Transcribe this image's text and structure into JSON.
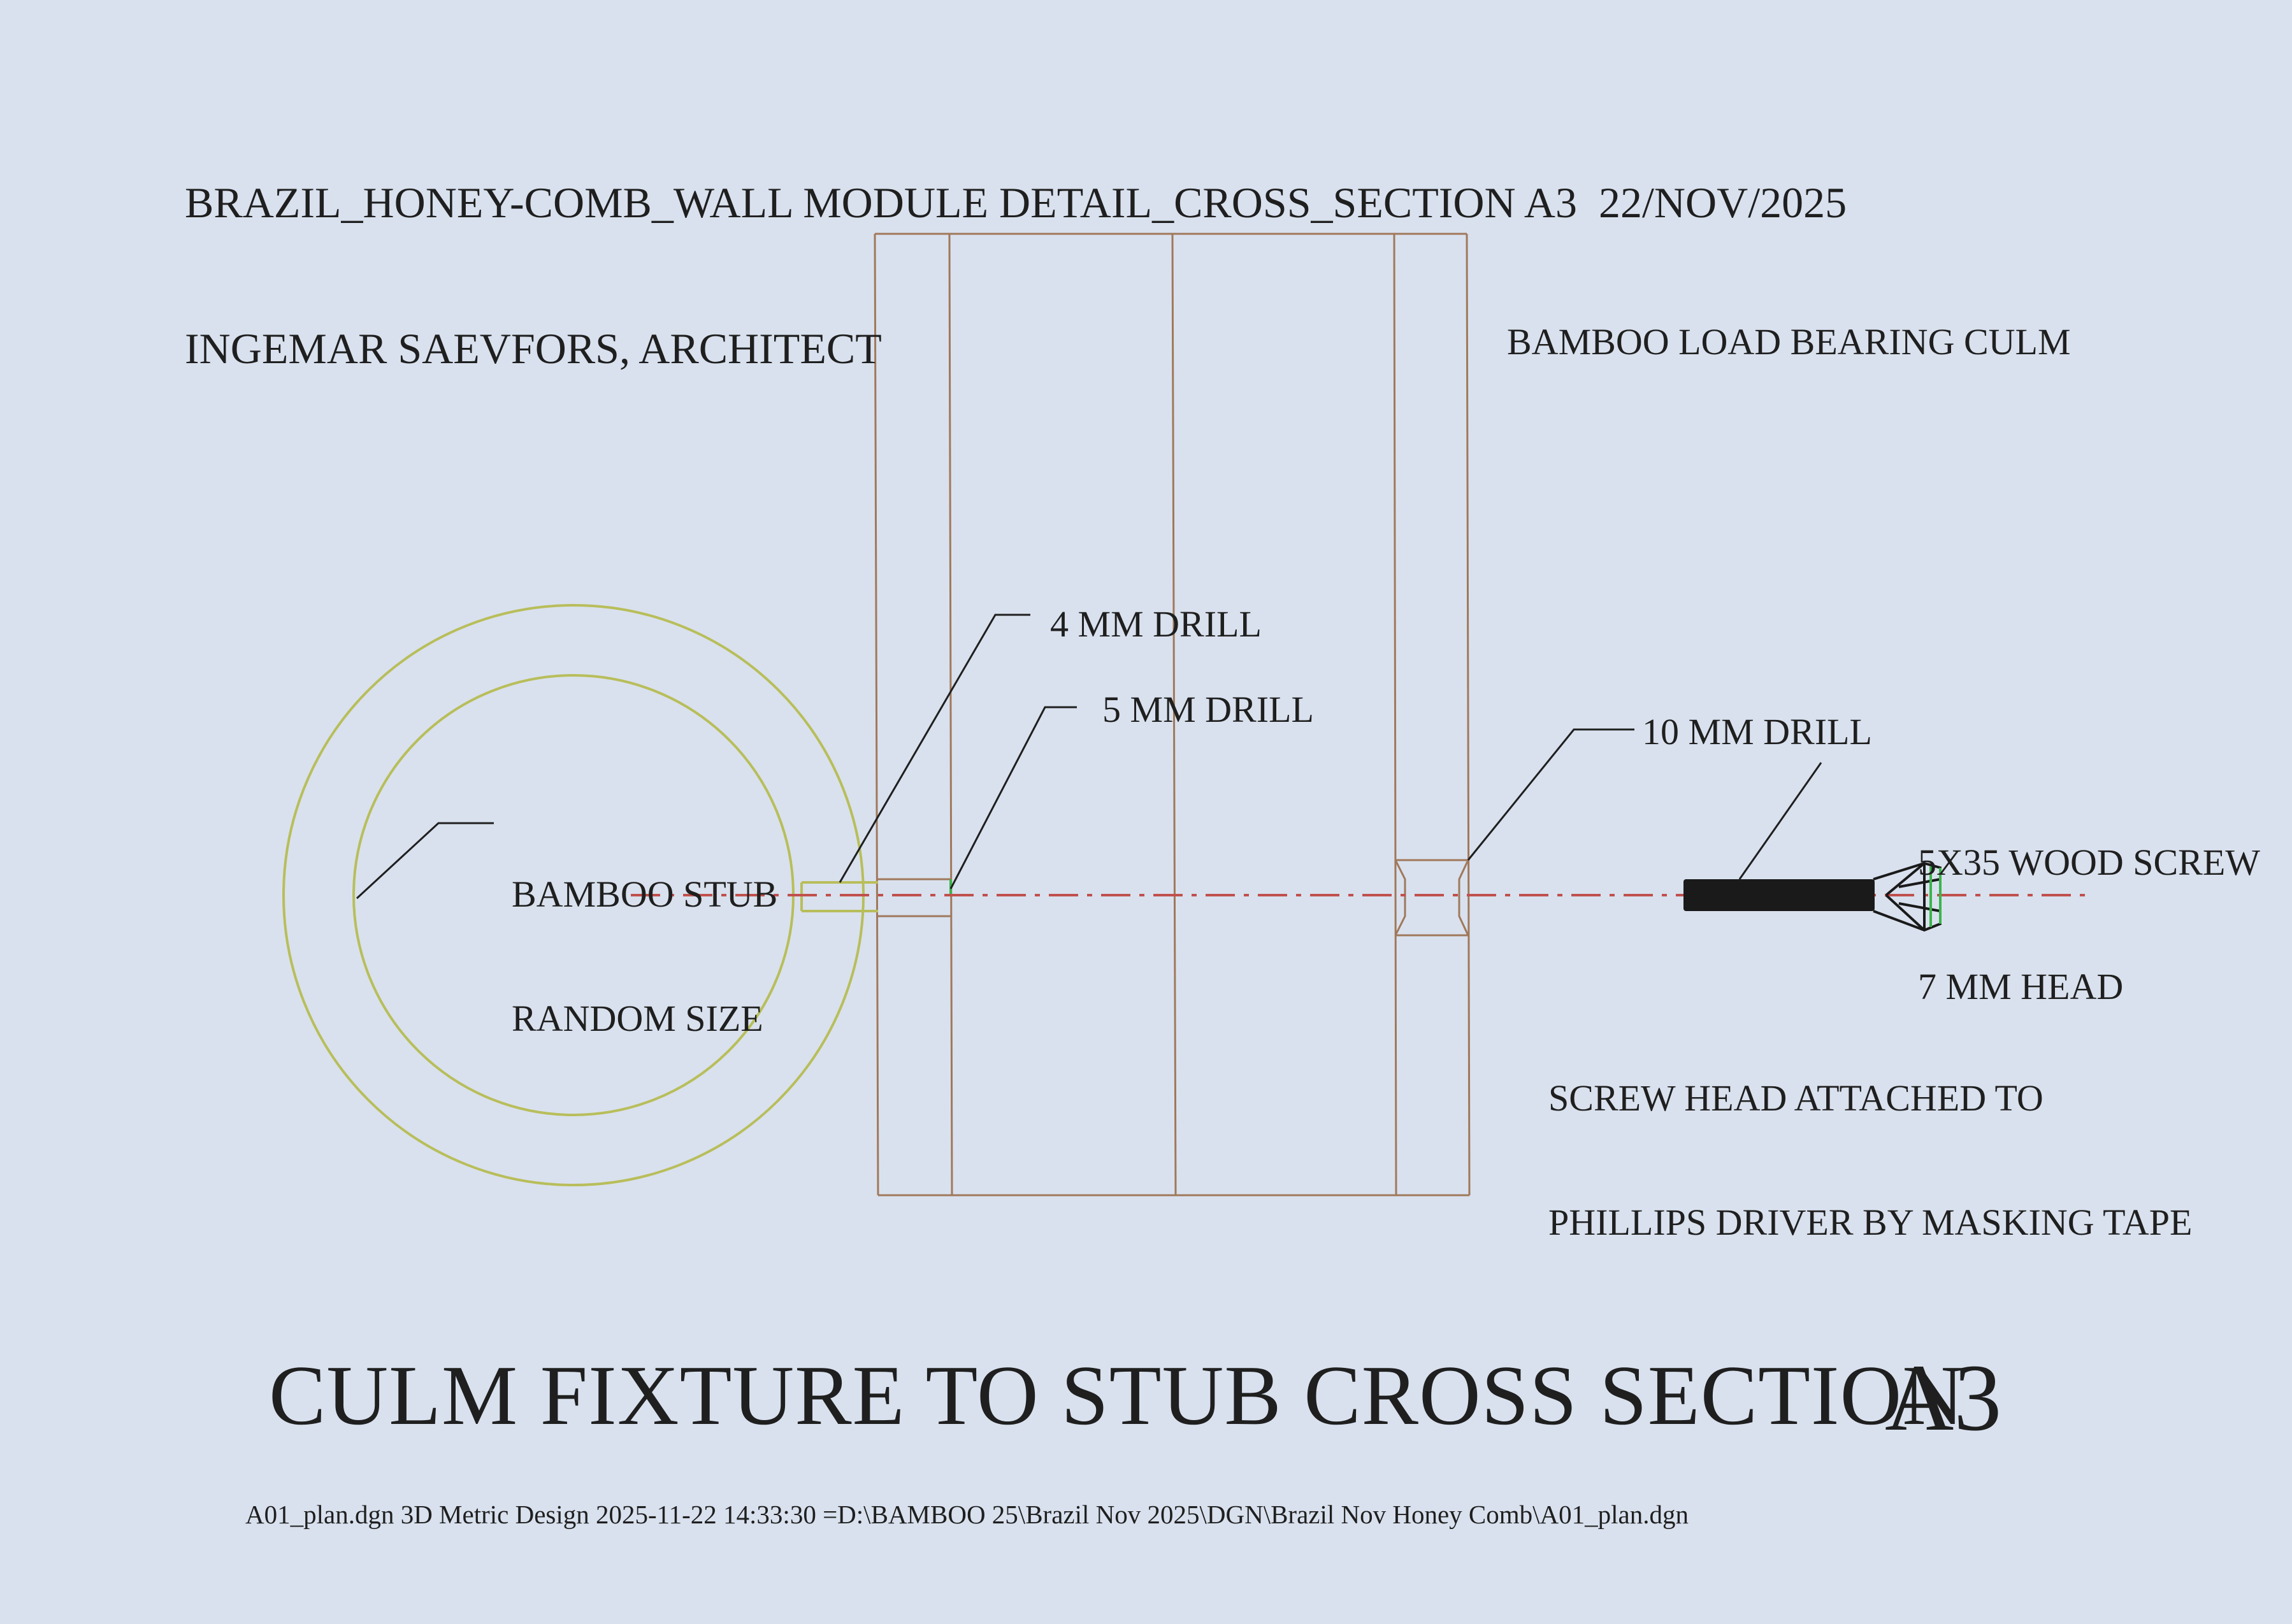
{
  "header": {
    "title_line1": "BRAZIL_HONEY-COMB_WALL MODULE DETAIL_CROSS_SECTION A3  22/NOV/2025",
    "title_line2": "INGEMAR SAEVFORS, ARCHITECT"
  },
  "labels": {
    "culm": "BAMBOO LOAD BEARING CULM",
    "drill_4mm": "4 MM DRILL",
    "drill_5mm": "5 MM DRILL",
    "drill_10mm": "10 MM DRILL",
    "stub_line1": "BAMBOO STUB",
    "stub_line2": "RANDOM SIZE",
    "screw_line1": "5X35 WOOD SCREW",
    "screw_line2": "7 MM HEAD",
    "note_line1": "SCREW HEAD ATTACHED TO",
    "note_line2": "PHILLIPS DRIVER BY MASKING TAPE"
  },
  "title_block": {
    "title": "CULM FIXTURE TO STUB CROSS SECTION",
    "sheet": "A3"
  },
  "footer": {
    "file_info": "A01_plan.dgn 3D Metric Design 2025-11-22 14:33:30 =D:\\BAMBOO 25\\Brazil Nov 2025\\DGN\\Brazil Nov Honey Comb\\A01_plan.dgn"
  },
  "colors": {
    "paper": "#d9e1ee",
    "culm_lines": "#a0785a",
    "stub_lines": "#b8be5a",
    "centerline": "#c0504d",
    "leader": "#1f1f1f",
    "screw": "#1a1a1a",
    "screw_accent": "#3bb54a"
  }
}
